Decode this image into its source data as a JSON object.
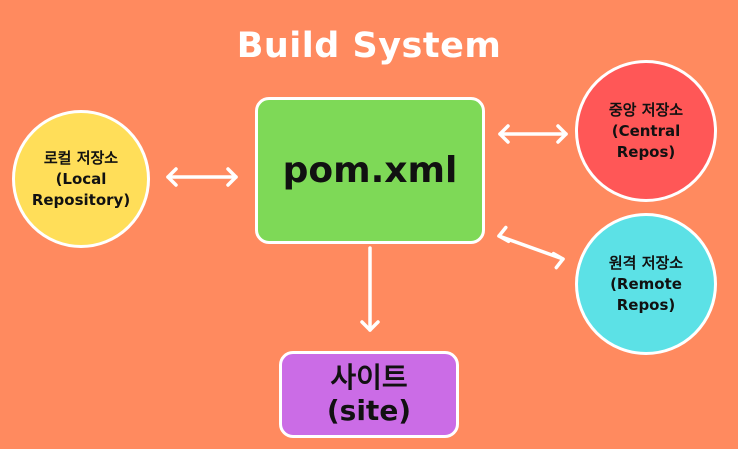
{
  "title": "Build System",
  "colors": {
    "background": "#ff8a5f",
    "pom": "#7ed957",
    "local": "#ffde59",
    "central": "#ff5757",
    "remote": "#5ce1e6",
    "site": "#cb6ce6"
  },
  "nodes": {
    "pom": {
      "label": "pom.xml"
    },
    "local": {
      "line1": "로컬 저장소",
      "line2": "(Local",
      "line3": "Repository)"
    },
    "central": {
      "line1": "중앙 저장소",
      "line2": "(Central",
      "line3": "Repos)"
    },
    "remote": {
      "line1": "원격 저장소",
      "line2": "(Remote",
      "line3": "Repos)"
    },
    "site": {
      "line1": "사이트",
      "line2": "(site)"
    }
  }
}
